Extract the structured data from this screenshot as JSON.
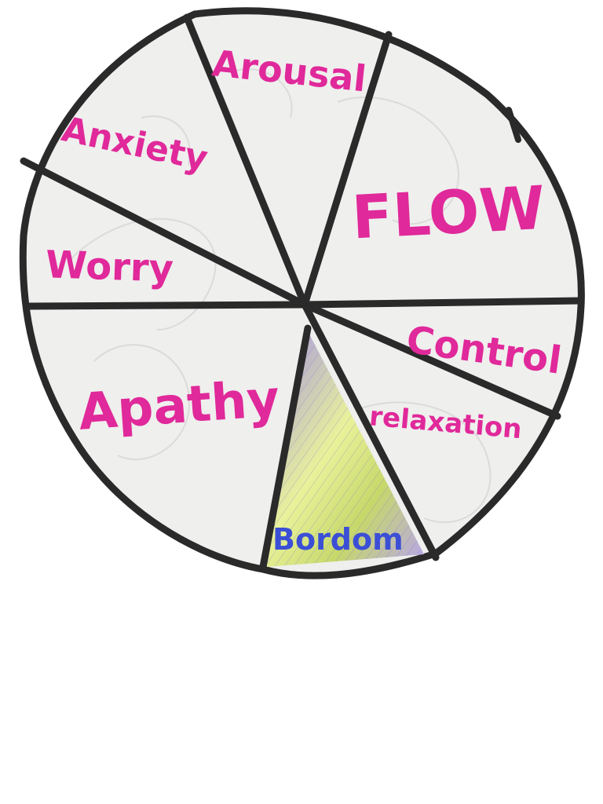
{
  "wheel": {
    "segments": [
      {
        "id": "arousal",
        "label": "Arousal"
      },
      {
        "id": "flow",
        "label": "FLOW"
      },
      {
        "id": "control",
        "label": "Control"
      },
      {
        "id": "relaxation",
        "label": "relaxation"
      },
      {
        "id": "boredom",
        "label": "Bordom"
      },
      {
        "id": "apathy",
        "label": "Apathy"
      },
      {
        "id": "worry",
        "label": "Worry"
      },
      {
        "id": "anxiety",
        "label": "Anxiety"
      }
    ],
    "highlighted_segment": "boredom",
    "label_color": "#e0299a",
    "highlight_label_color": "#3b4fd6",
    "outline_color": "#2a2a2a",
    "paper_color": "#f0f0ef",
    "highlight_colors": [
      "#b8a6f0",
      "#e8f08a"
    ]
  }
}
